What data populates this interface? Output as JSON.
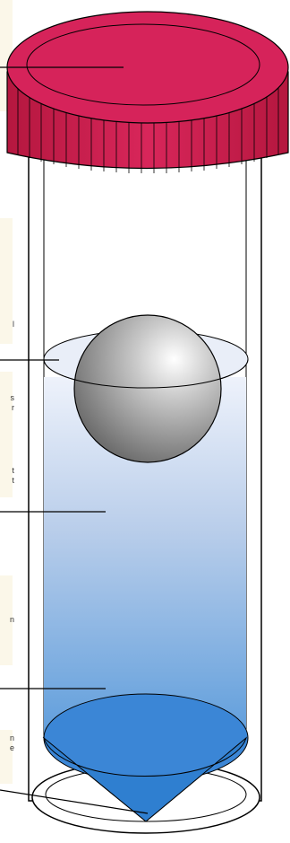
{
  "colors": {
    "cap": "#cc1f4a",
    "cap_dark": "#9a1236",
    "panel": "#fbf7e9",
    "liquid_top": "#dfe8f8",
    "liquid_bottom": "#2f82d3",
    "cone": "#3b86d6",
    "sediment": "#9a9a9a",
    "line": "#000000"
  },
  "panels": [
    {
      "id": "panel-1"
    },
    {
      "id": "panel-2"
    },
    {
      "id": "panel-3"
    },
    {
      "id": "panel-4"
    },
    {
      "id": "panel-5"
    }
  ],
  "fragments": {
    "f1": "l",
    "f2": "s",
    "f3": "r",
    "f4": "t",
    "f5": "t",
    "f6": "n",
    "f7": "n",
    "f8": "e"
  },
  "leaders": [
    {
      "id": "cap-leader",
      "target": "cap"
    },
    {
      "id": "ball-leader",
      "target": "ball"
    },
    {
      "id": "gradient-leader",
      "target": "density-gradient"
    },
    {
      "id": "bottom-layer-leader",
      "target": "dense-layer"
    },
    {
      "id": "pellet-leader",
      "target": "pellet"
    }
  ]
}
